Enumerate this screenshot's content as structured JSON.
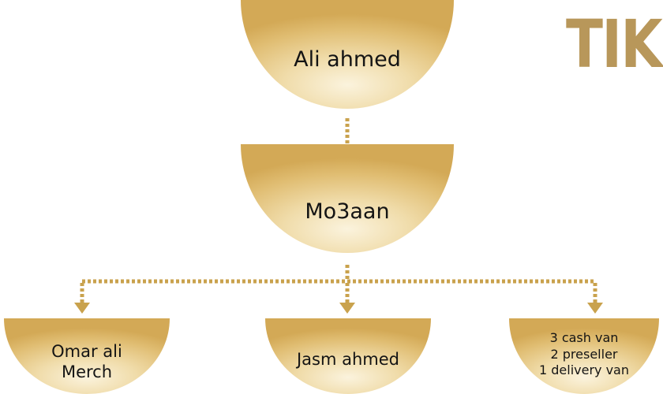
{
  "logo": {
    "text": "TIK"
  },
  "nodes": {
    "ali": "Ali ahmed",
    "mo": "Mo3aan",
    "omar": "Omar ali\nMerch",
    "jasm": "Jasm ahmed",
    "vans": "3 cash van\n2 preseller\n1 delivery van"
  },
  "colors": {
    "accent": "#c9a24d",
    "node_light": "#fbf3dd",
    "node_dark": "#d3a956",
    "logo": "#b8975a"
  }
}
